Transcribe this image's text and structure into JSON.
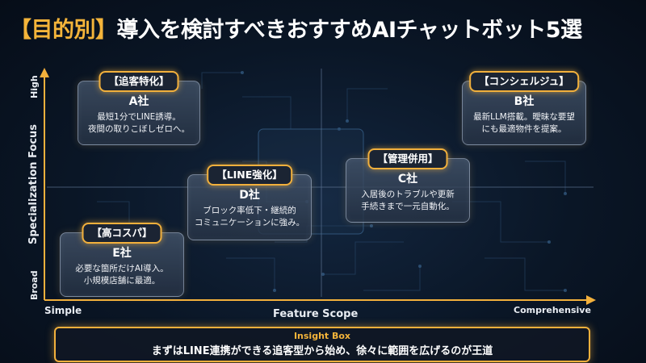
{
  "title": {
    "highlight": "【目的別】",
    "main": "導入を検討すべきおすすめAIチャットボット5選"
  },
  "axes": {
    "x_label": "Feature Scope",
    "x_min": "Simple",
    "x_max": "Comprehensive",
    "y_label": "Specialization Focus",
    "y_max": "High",
    "y_min": "Broad"
  },
  "cards": [
    {
      "badge": "【追客特化】",
      "name": "A社",
      "desc": "最短1分でLINE誘導。\n夜間の取りこぼしゼロへ。"
    },
    {
      "badge": "【コンシェルジュ】",
      "name": "B社",
      "desc": "最新LLM搭載。曖昧な要望\nにも最適物件を提案。"
    },
    {
      "badge": "【管理併用】",
      "name": "C社",
      "desc": "入居後のトラブルや更新\n手続きまで一元自動化。"
    },
    {
      "badge": "【LINE強化】",
      "name": "D社",
      "desc": "ブロック率低下・継続的\nコミュニケーションに強み。"
    },
    {
      "badge": "【高コスパ】",
      "name": "E社",
      "desc": "必要な箇所だけAI導入。\n小規模店舗に最適。"
    }
  ],
  "insight": {
    "title": "Insight Box",
    "text": "まずはLINE連携ができる追客型から始め、徐々に範囲を広げるのが王道"
  },
  "colors": {
    "accent": "#f2b03c",
    "background": "#0a1626"
  }
}
